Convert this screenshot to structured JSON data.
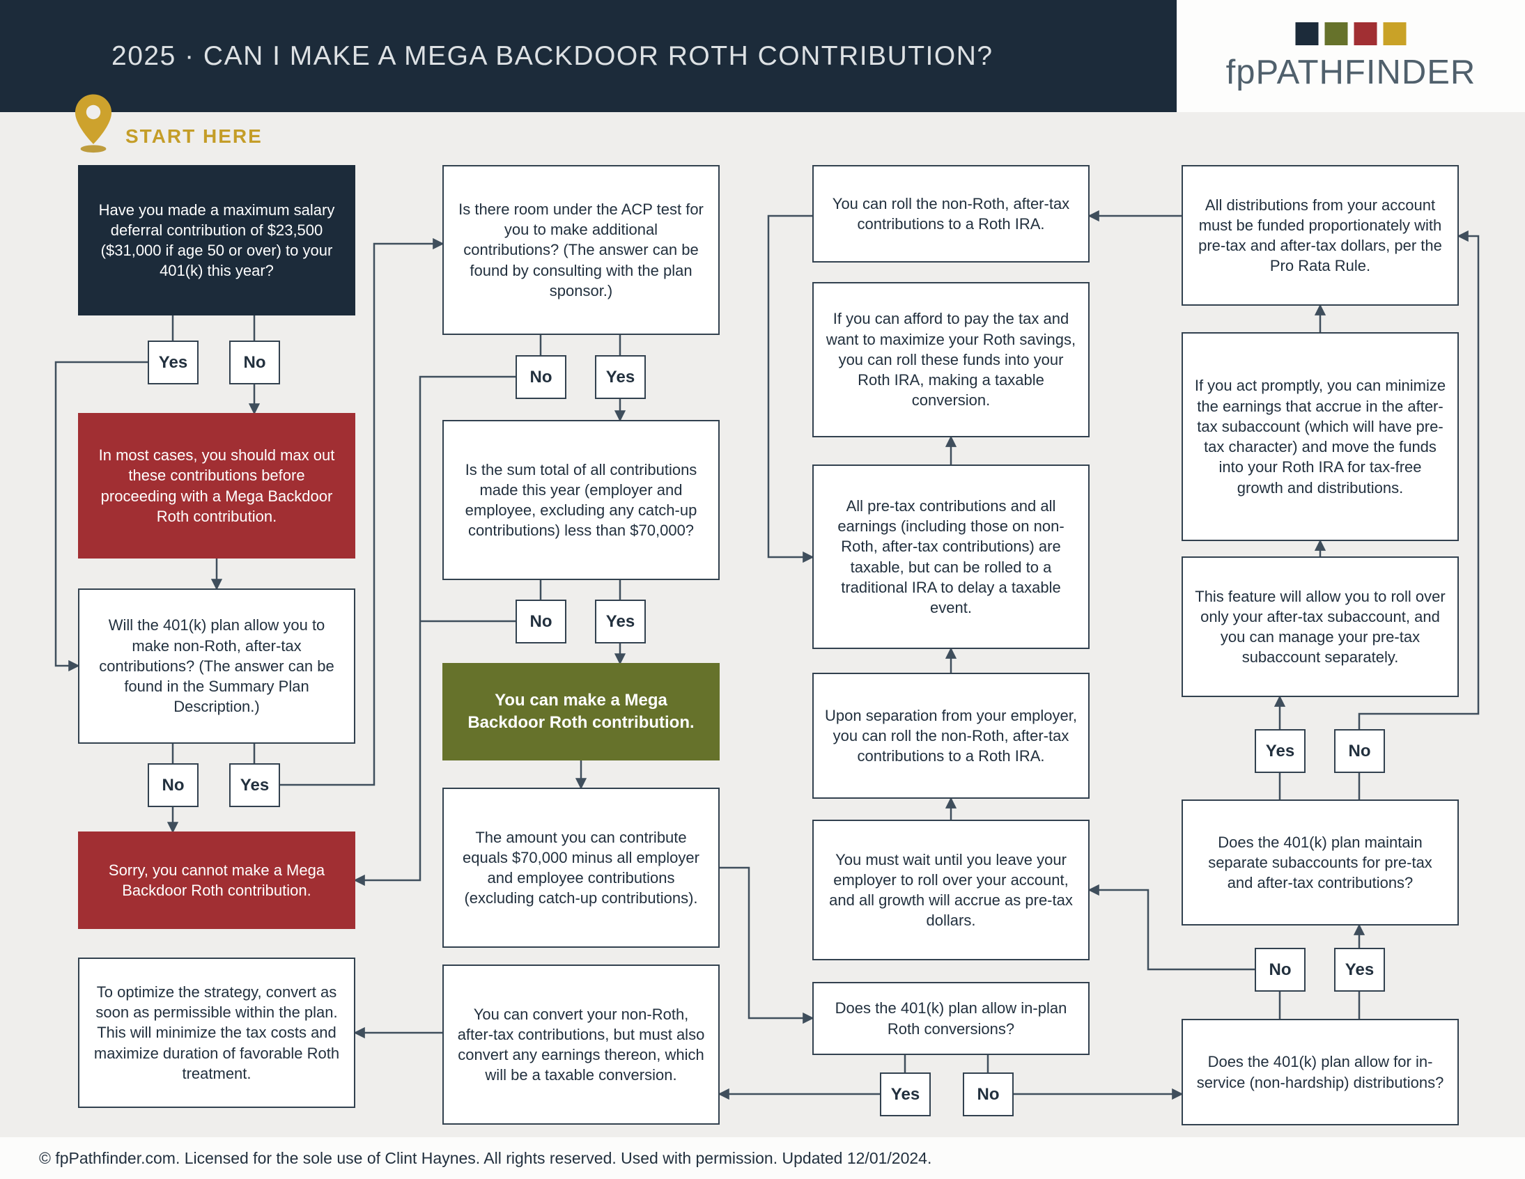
{
  "header": {
    "title": "2025 · CAN I MAKE A MEGA BACKDOOR ROTH CONTRIBUTION?",
    "brand": "fpPATHFINDER",
    "brand_colors": [
      "#1c2b3a",
      "#66722b",
      "#a12f33",
      "#c9a227"
    ]
  },
  "colors": {
    "navy": "#1c2b3a",
    "red": "#a12f33",
    "olive": "#66722b",
    "gold": "#c49d28",
    "background": "#efeeec"
  },
  "start_label": "START HERE",
  "answers": {
    "yes": "Yes",
    "no": "No"
  },
  "nodes": {
    "q_max_deferral": "Have you made a maximum salary deferral contribution of $23,500 ($31,000 if age 50 or over) to your 401(k) this year?",
    "advice_max_first": "In most cases, you should max out these contributions before proceeding with a Mega Backdoor Roth contribution.",
    "q_after_tax_allowed": "Will the 401(k) plan allow you to make non-Roth, after-tax contributions? (The answer can be found in the Summary Plan Description.)",
    "cannot_make": "Sorry, you cannot make a Mega Backdoor Roth contribution.",
    "optimize_strategy": "To optimize the strategy, convert as soon as permissible within the plan. This will minimize the tax costs and maximize duration of favorable Roth treatment.",
    "q_acp_room": "Is there room under the ACP test for you to make additional contributions? (The answer can be found by consulting with the plan sponsor.)",
    "q_sum_under_limit": "Is the sum total of all contributions made this year (employer and employee, excluding any catch-up contributions) less than $70,000?",
    "can_make": "You can make a Mega Backdoor Roth contribution.",
    "contribution_amount": "The amount you can contribute equals $70,000 minus all employer and employee contributions (excluding catch-up contributions).",
    "convert_taxable": "You can convert your non-Roth, after-tax contributions, but must also convert any earnings thereon, which will be a taxable conversion.",
    "roll_to_roth_ira": "You can roll the non-Roth, after-tax contributions to a Roth IRA.",
    "afford_tax_roll": "If you can afford to pay the tax and want to maximize your Roth savings, you can roll these funds into your Roth IRA, making a taxable conversion.",
    "pretax_taxable": "All pre-tax contributions and all earnings (including those on non-Roth, after-tax contributions) are taxable, but can be rolled to a traditional IRA to delay a taxable event.",
    "upon_separation": "Upon separation from your employer, you can roll the non-Roth, after-tax contributions to a Roth IRA.",
    "must_wait": "You must wait until you leave your employer to roll over your account, and all growth will accrue as pre-tax dollars.",
    "q_inplan_conversions": "Does the 401(k) plan allow in-plan Roth conversions?",
    "pro_rata_rule": "All distributions from your account must be funded proportionately with pre-tax and after-tax dollars, per the Pro Rata Rule.",
    "act_promptly": "If you act promptly, you can minimize the earnings that accrue in the after-tax subaccount (which will have pre-tax character) and move the funds into your Roth IRA for tax-free growth and distributions.",
    "feature_rollover": "This feature will allow you to roll over only your after-tax subaccount, and you can manage your pre-tax subaccount separately.",
    "q_subaccounts": "Does the 401(k) plan maintain separate subaccounts for pre-tax and after-tax contributions?",
    "q_inservice": "Does the 401(k) plan allow for in-service (non-hardship) distributions?"
  },
  "footer": "© fpPathfinder.com. Licensed for the sole use of Clint Haynes. All rights reserved. Used with permission. Updated 12/01/2024."
}
